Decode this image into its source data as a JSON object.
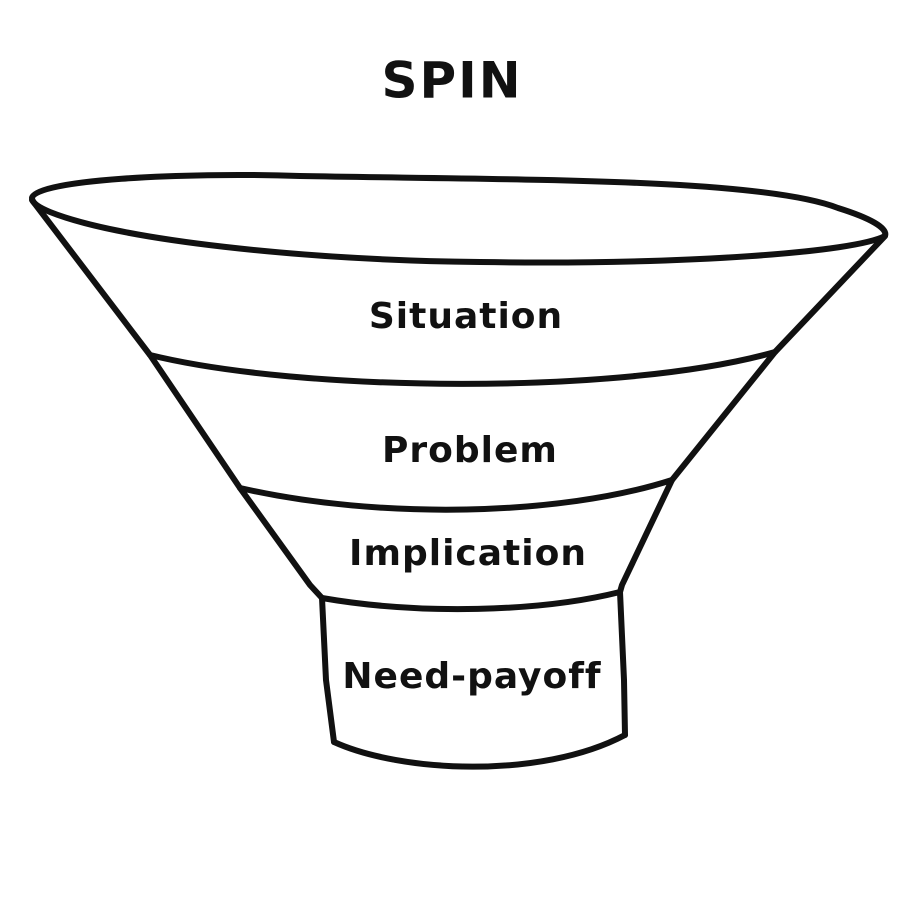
{
  "diagram": {
    "title": "SPIN",
    "stages": [
      "Situation",
      "Problem",
      "Implication",
      "Need-payoff"
    ],
    "colors": {
      "ink": "#111111",
      "background": "#ffffff"
    }
  }
}
